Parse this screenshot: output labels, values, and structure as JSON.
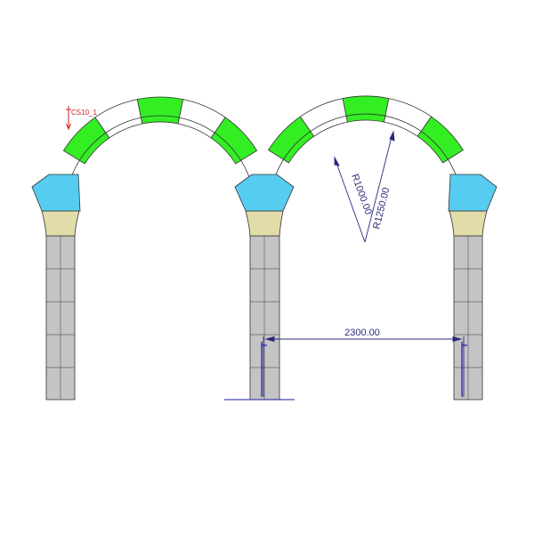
{
  "coordinate_system": {
    "label": "CS10_1"
  },
  "dimensions": {
    "inner_radius": "R1000.00",
    "outer_radius": "R1250.00",
    "span": "2300.00"
  },
  "colors": {
    "voussoir_green": "#33ee22",
    "voussoir_white": "#ffffff",
    "impost_cyan": "#55ccf0",
    "capital_tan": "#e2dca8",
    "pier_gray": "#c4c4c4",
    "outline": "#333333",
    "dimension": "#2a2a7a",
    "marker_red": "#cc2222",
    "ground_line": "#1a1aaa"
  }
}
